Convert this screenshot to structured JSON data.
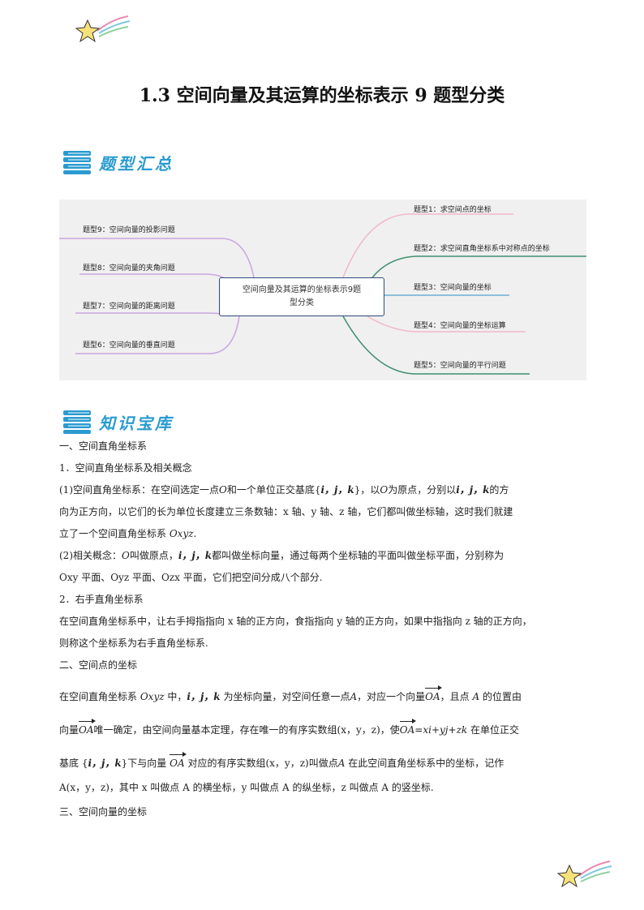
{
  "title": "1.3 空间向量及其运算的坐标表示 9 题型分类",
  "sections": {
    "summary": "题型汇总",
    "knowledge": "知识宝库"
  },
  "mindmap": {
    "center_line1": "空间向量及其运算的坐标表示9题",
    "center_line2": "型分类",
    "right": [
      "题型1：求空间点的坐标",
      "题型2：求空间直角坐标系中对称点的坐标",
      "题型3：空间向量的坐标",
      "题型4：空间向量的坐标运算",
      "题型5：空间向量的平行问题"
    ],
    "left": [
      "题型9：空间向量的投影问题",
      "题型8：空间向量的夹角问题",
      "题型7：空间向量的距离问题",
      "题型6：空间向量的垂直问题"
    ]
  },
  "content": {
    "h1": "一、空间直角坐标系",
    "h1_1": "1．空间直角坐标系及相关概念",
    "p1_a": "(1)空间直角坐标系：在空间选定一点",
    "p1_b": "和一个单位正交基底{",
    "p1_c": "}，以",
    "p1_d": "为原点，分别以",
    "p1_e": "的方",
    "p1_line2": "向为正方向，以它们的长为单位长度建立三条数轴：x 轴、y 轴、z 轴，它们都叫做坐标轴，这时我们就建",
    "p1_line3a": "立了一个空间直角坐标系",
    "p1_line3b": "Oxyz.",
    "p2_a": "(2)相关概念：",
    "p2_b": "叫做原点，",
    "p2_c": "都叫做坐标向量，通过每两个坐标轴的平面叫做坐标平面，分别称为",
    "p2_line2": "Oxy 平面、Oyz 平面、Ozx 平面，它们把空间分成八个部分.",
    "h1_2": "2．右手直角坐标系",
    "p3_line1": "在空间直角坐标系中，让右手拇指指向 x 轴的正方向，食指指向 y 轴的正方向，如果中指指向 z 轴的正方向，",
    "p3_line2": "则称这个坐标系为右手直角坐标系.",
    "h2": "二、空间点的坐标",
    "p4_line1a": "在空间直角坐标系",
    "p4_line1b": "中，",
    "p4_line1c": "为坐标向量，对空间任意一点",
    "p4_line1d": "，对应一个向量",
    "p4_line1e": "，且点",
    "p4_line1f": "的位置由",
    "p4_line2a": "向量",
    "p4_line2b": "唯一确定，由空间向量基本定理，存在唯一的有序实数组(x，y，z)，使",
    "p4_line2c": "=xi+yj+zk",
    "p4_line2d": "在单位正交",
    "p4_line3a": "基底 {",
    "p4_line3b": "}下与向量",
    "p4_line3c": "对应的有序实数组(x，y，z)叫做点",
    "p4_line3d": "在此空间直角坐标系中的坐标，记作",
    "p4_line4": "A(x，y，z)，其中 x 叫做点 A 的横坐标，y 叫做点 A 的纵坐标，z 叫做点 A 的竖坐标.",
    "h3": "三、空间向量的坐标",
    "sym_O": "O",
    "sym_ijk": "i，j，k",
    "sym_Oxyz": "Oxyz",
    "sym_A": "A",
    "sym_OA": "OA"
  }
}
